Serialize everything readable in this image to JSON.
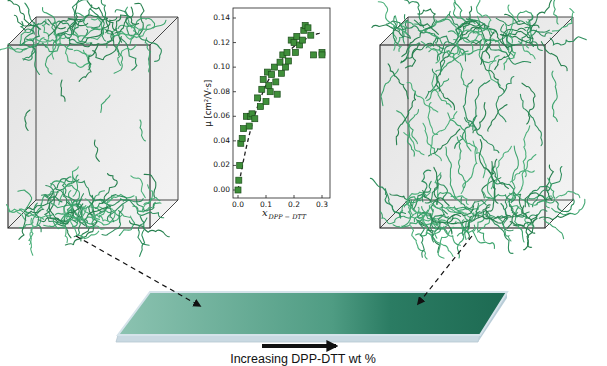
{
  "diagram": {
    "labels": [
      "0.14",
      "0.12",
      "0.10",
      "0.08",
      "0.06",
      "0.04",
      "0.02",
      "0.00",
      "0.0",
      "0.1",
      "0.2",
      "0.3",
      "μ [cm²/V·s]",
      "x",
      "DPP − DTT",
      "Increasing DPP-DTT wt %"
    ]
  }
}
